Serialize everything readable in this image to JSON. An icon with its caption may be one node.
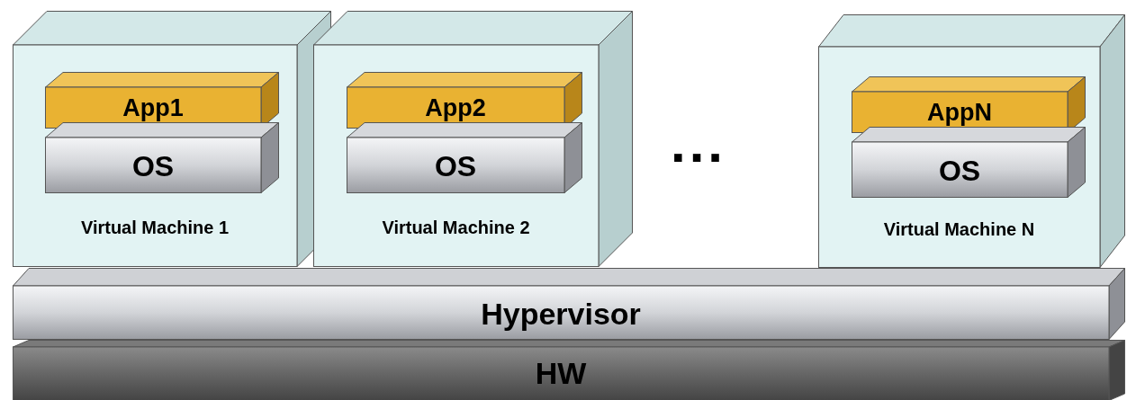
{
  "diagram": {
    "nodes": [
      {
        "text": [
          "Virtual Machine 1"
        ]
      },
      {
        "text": [
          "App1"
        ],
        "in": 0
      },
      {
        "text": [
          "OS"
        ],
        "in": 0
      },
      {
        "text": [
          "Virtual Machine 2"
        ]
      },
      {
        "text": [
          "App2"
        ],
        "in": 3
      },
      {
        "text": [
          "OS"
        ],
        "in": 3
      },
      {
        "text": [
          "Virtual Machine N"
        ]
      },
      {
        "text": [
          "AppN"
        ],
        "in": 6
      },
      {
        "text": [
          "OS"
        ],
        "in": 6
      },
      {
        "text": [
          "Hypervisor"
        ]
      },
      {
        "text": [
          "HW"
        ]
      }
    ],
    "labels": [
      "..."
    ]
  }
}
